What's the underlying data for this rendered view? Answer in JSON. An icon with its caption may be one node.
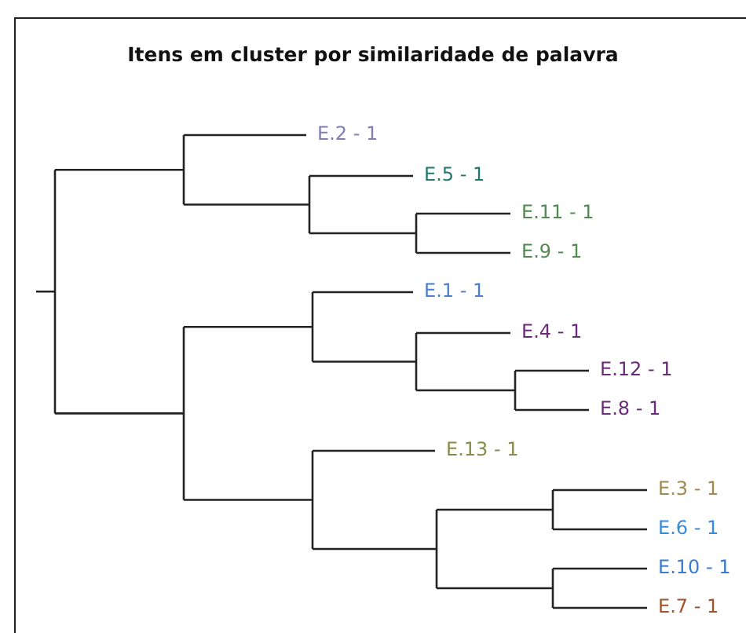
{
  "diagram": {
    "title": "Itens em cluster por similaridade de palavra",
    "labels": [
      "E.2 - 1",
      "E.5 - 1",
      "E.11 - 1",
      "E.9 - 1",
      "E.1 - 1",
      "E.4 - 1",
      "E.12 - 1",
      "E.8 - 1",
      "E.13 - 1",
      "E.3 - 1",
      "E.6 - 1",
      "E.10 - 1",
      "E.7 - 1"
    ]
  }
}
